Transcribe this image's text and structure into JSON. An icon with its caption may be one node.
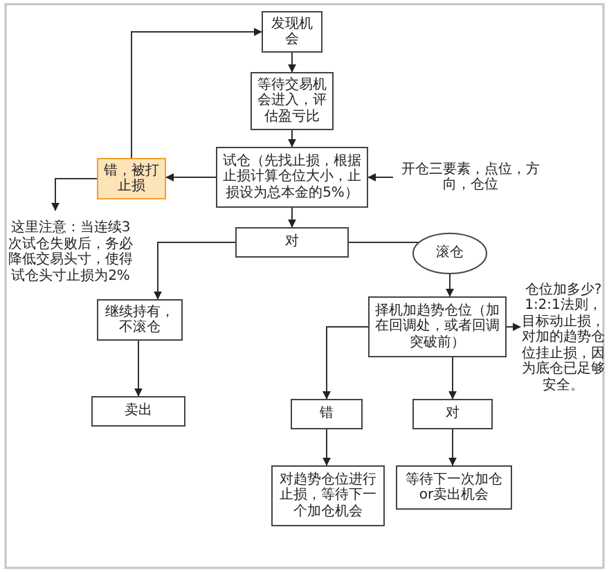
{
  "diagram": {
    "nodes": [
      {
        "text": [
          "发现机会"
        ]
      },
      {
        "text": [
          "等待交易机会进入，评估盈亏比"
        ]
      },
      {
        "text": [
          "试仓（先找止损，根据止损计算仓位大小，止损设为总本金的5%）"
        ]
      },
      {
        "text": [
          "开仓三要素，点位，方向，仓位"
        ]
      },
      {
        "text": [
          "错，被打止损"
        ]
      },
      {
        "text": [
          "这里注意：当连续3次试仓失败后，务必降低交易头寸，使得试仓头寸止损为2%"
        ]
      },
      {
        "text": [
          "对"
        ]
      },
      {
        "text": [
          "滚仓"
        ]
      },
      {
        "text": [
          "继续持有，不滚仓"
        ]
      },
      {
        "text": [
          "择机加趋势仓位（加在回调处，或者回调突破前）"
        ]
      },
      {
        "text": [
          "仓位加多少? 1:2:1法则，目标动止损，对加的趋势仓位挂止损，因为底仓已足够安全。"
        ]
      },
      {
        "text": [
          "卖出"
        ]
      },
      {
        "text": [
          "错"
        ]
      },
      {
        "text": [
          "对"
        ]
      },
      {
        "text": [
          "对趋势仓位进行止损，等待下一个加仓机会"
        ]
      },
      {
        "text": [
          "等待下一次加仓or卖出机会"
        ]
      }
    ],
    "edges": [
      {
        "from": 0,
        "to": 1,
        "arrow": "to"
      },
      {
        "from": 1,
        "to": 2,
        "arrow": "to"
      },
      {
        "from": 3,
        "to": 2,
        "arrow": "to"
      },
      {
        "from": 2,
        "to": 4,
        "arrow": "to"
      },
      {
        "from": 4,
        "to": 0,
        "arrow": "to"
      },
      {
        "from": 4,
        "to": 5,
        "arrow": "to"
      },
      {
        "from": 2,
        "to": 6,
        "arrow": "to"
      },
      {
        "from": 6,
        "to": 8,
        "arrow": "to"
      },
      {
        "from": 6,
        "to": 7,
        "arrow": "none"
      },
      {
        "from": 7,
        "to": 9,
        "arrow": "to"
      },
      {
        "from": 8,
        "to": 11,
        "arrow": "to"
      },
      {
        "from": 9,
        "to": 10,
        "arrow": "to"
      },
      {
        "from": 9,
        "to": 12,
        "arrow": "to"
      },
      {
        "from": 9,
        "to": 13,
        "arrow": "to"
      },
      {
        "from": 12,
        "to": 14,
        "arrow": "to"
      },
      {
        "from": 13,
        "to": 15,
        "arrow": "to"
      }
    ]
  }
}
